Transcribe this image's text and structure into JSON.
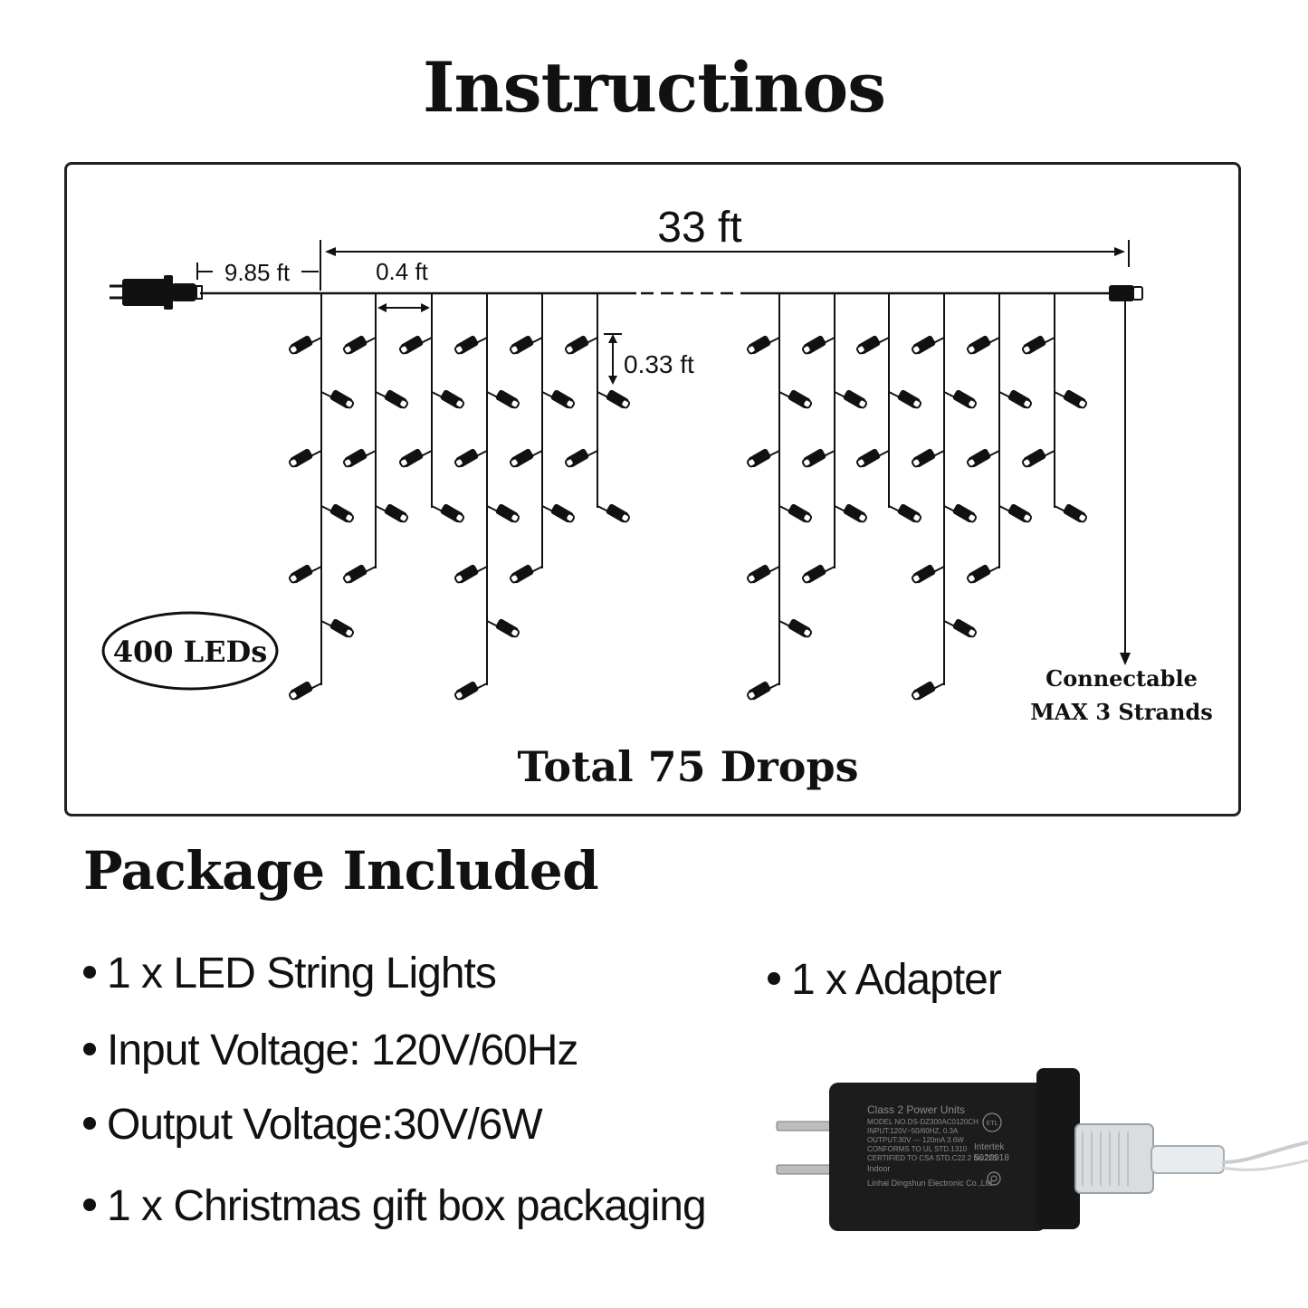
{
  "title": "Instructinos",
  "diagram": {
    "total_length": "33 ft",
    "lead_length": "9.85 ft",
    "drop_spacing": "0.4 ft",
    "led_spacing": "0.33 ft",
    "led_count": "400 LEDs",
    "connectable_line1": "Connectable",
    "connectable_line2": "MAX 3 Strands",
    "total_drops": "Total 75 Drops"
  },
  "package": {
    "heading": "Package Included",
    "items": [
      "1 x LED String Lights",
      "Input Voltage: 120V/60Hz",
      "Output Voltage:30V/6W",
      "1 x Christmas gift box packaging"
    ],
    "adapter_item": "1 x Adapter"
  },
  "adapter_label": {
    "line1": "Class 2 Power Units",
    "line2": "MODEL NO.DS-DZ300AC0120CH",
    "line3": "INPUT:120V~50/60HZ, 0.3A",
    "line4": "OUTPUT:30V --- 120mA 3.6W",
    "line5": "CONFORMS TO UL STD.1310",
    "line6": "CERTIFIED TO CSA STD.C22.2 No.223",
    "line7": "Indoor",
    "line8": "Linhai Dingshun Electronic Co.,Ltd",
    "cert1": "Intertek",
    "cert2": "5020918",
    "etl_mark": "ETL"
  },
  "colors": {
    "ink": "#111111",
    "adapter_body": "#1c1c1c",
    "adapter_text": "#8a8a8a"
  }
}
